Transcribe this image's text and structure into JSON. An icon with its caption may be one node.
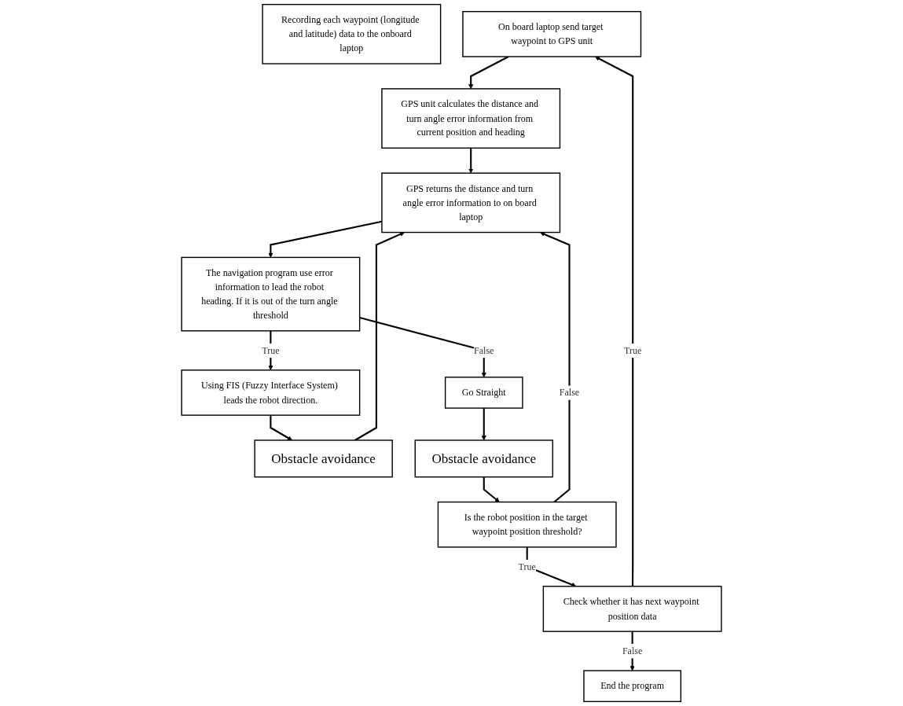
{
  "diagram": {
    "nodes": [
      {
        "text": [
          "Recording each waypoint (longitude and latitude) data to the onboard laptop"
        ]
      },
      {
        "text": [
          "On board laptop send target waypoint to GPS unit"
        ]
      },
      {
        "text": [
          "GPS unit calculates the distance and turn angle error information from current position and heading"
        ]
      },
      {
        "text": [
          "End the program"
        ]
      },
      {
        "text": [
          "Check whether it has next waypoint position data"
        ]
      },
      {
        "text": [
          "GPS returns the distance and turn angle error information to on board laptop"
        ]
      },
      {
        "text": [
          "Obstacle avoidance"
        ]
      },
      {
        "text": [
          "Is the robot position in the target waypoint position threshold?"
        ]
      },
      {
        "text": [
          "The navigation program use error information to lead the robot heading. If it is out of the turn angle threshold"
        ]
      },
      {
        "text": [
          "Obstacle avoidance"
        ]
      },
      {
        "text": [
          "Using FIS (Fuzzy Interface System) leads the robot direction."
        ]
      },
      {
        "text": [
          "Go Straight"
        ]
      }
    ],
    "edges": [
      {
        "from": 1,
        "to": 2,
        "arrow": "to"
      },
      {
        "from": 2,
        "to": 5,
        "arrow": "to"
      },
      {
        "from": 4,
        "to": 1,
        "arrow": "to",
        "label": "True"
      },
      {
        "from": 4,
        "to": 3,
        "arrow": "to",
        "label": "False"
      },
      {
        "from": 7,
        "to": 4,
        "arrow": "to",
        "label": "True"
      },
      {
        "from": 7,
        "to": 5,
        "arrow": "to",
        "label": "False"
      },
      {
        "from": 5,
        "to": 8,
        "arrow": "to"
      },
      {
        "from": 8,
        "to": 10,
        "arrow": "to",
        "label": "True"
      },
      {
        "from": 8,
        "to": 11,
        "arrow": "to",
        "label": "False"
      },
      {
        "from": 10,
        "to": 6,
        "arrow": "to"
      },
      {
        "from": 6,
        "to": 5,
        "arrow": "to"
      },
      {
        "from": 11,
        "to": 9,
        "arrow": "to"
      },
      {
        "from": 9,
        "to": 7,
        "arrow": "to"
      }
    ]
  }
}
